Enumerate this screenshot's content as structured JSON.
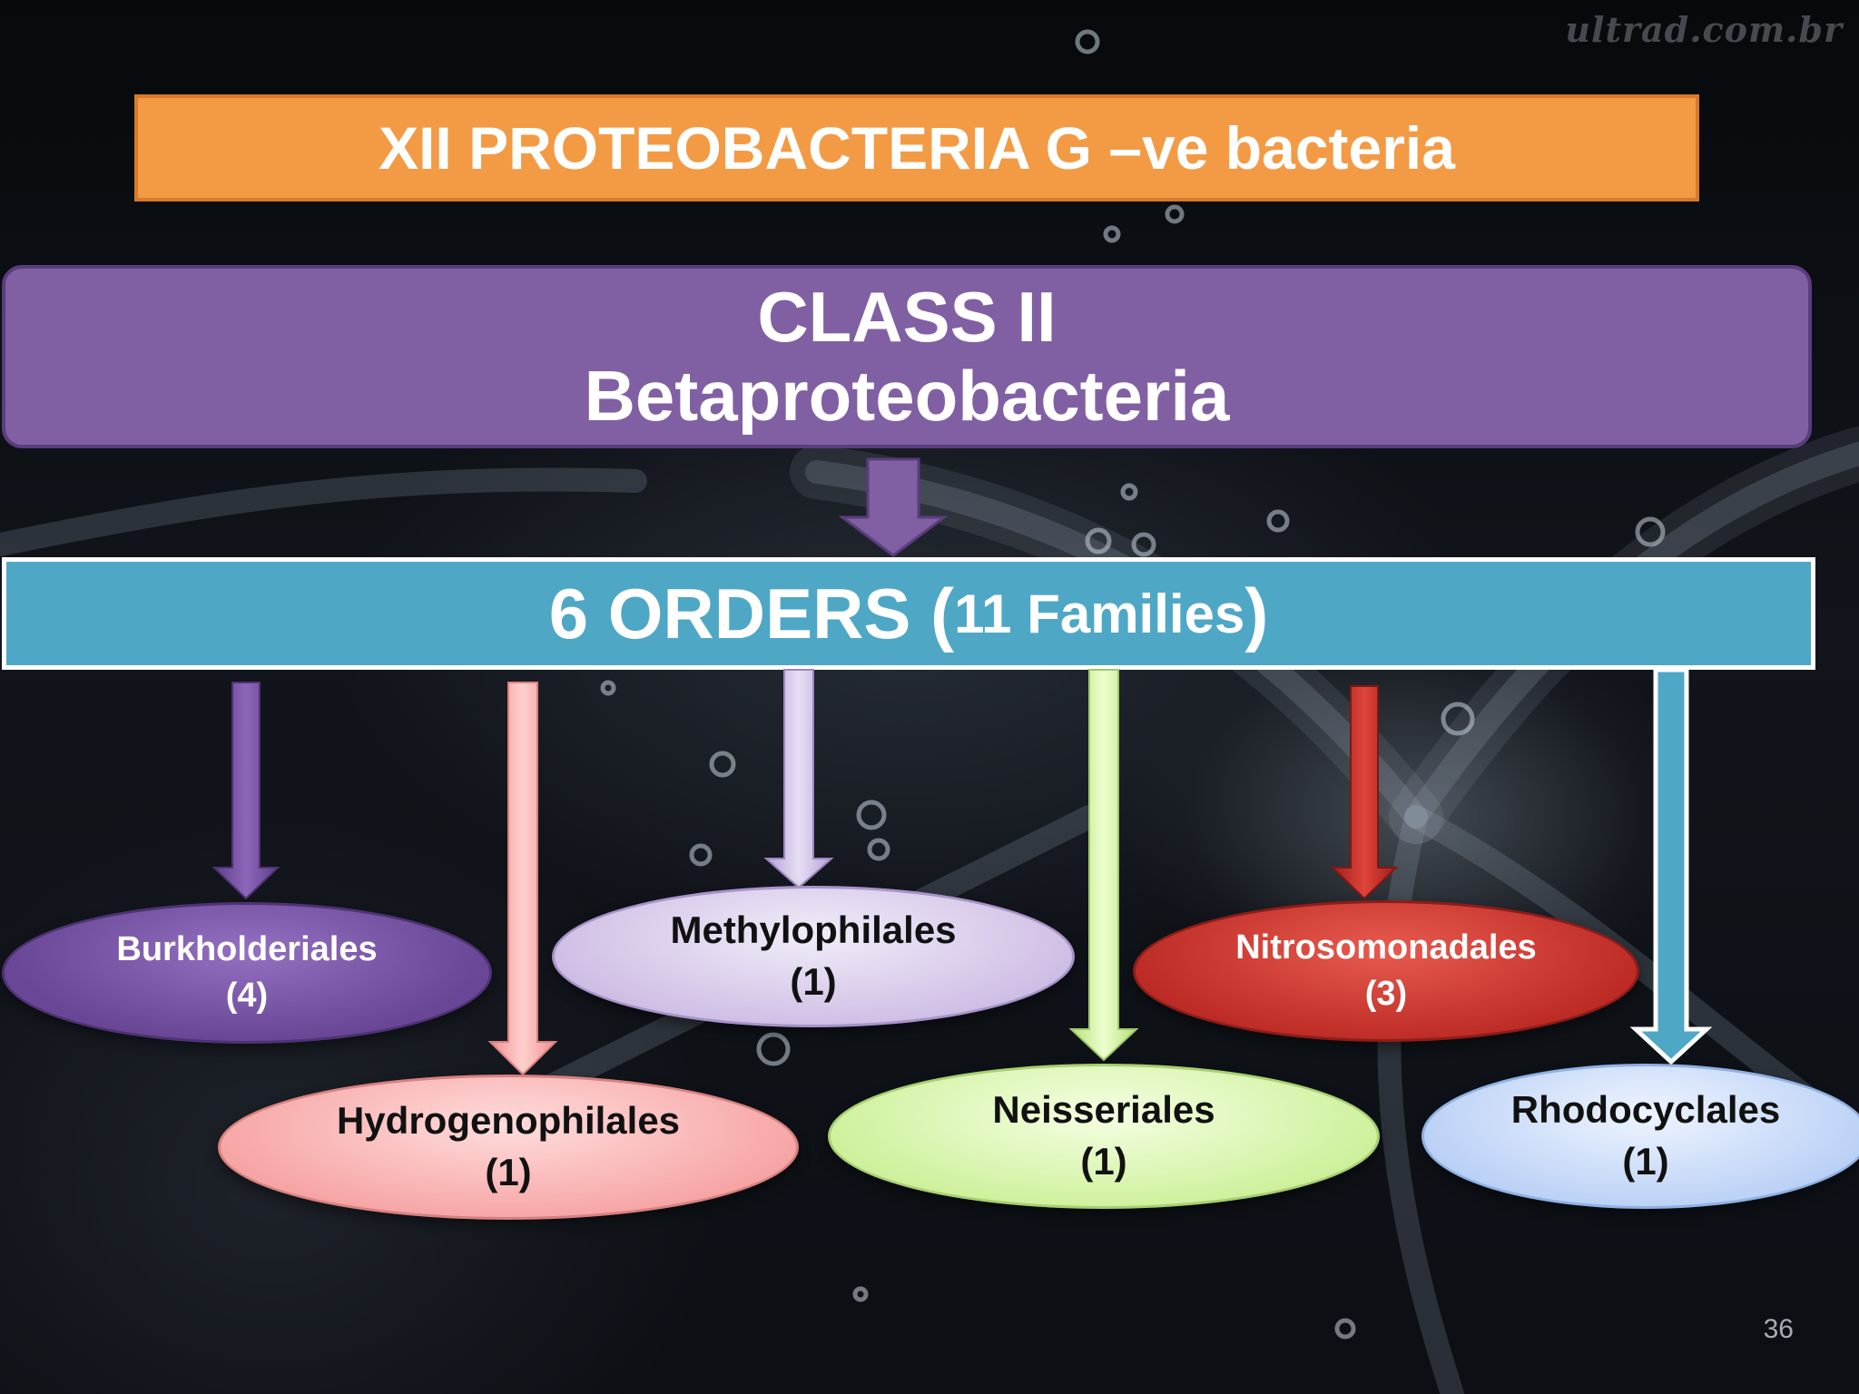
{
  "watermark": "ultrad.com.br",
  "title": "XII PROTEOBACTERIA G –ve bacteria",
  "class_box": {
    "line1": "CLASS II",
    "line2": "Betaproteobacteria"
  },
  "orders": {
    "main": "6 ORDERS ( ",
    "families": "11 Families",
    "close": ")"
  },
  "order_nodes": [
    {
      "name": "Burkholderiales",
      "count": "(4)",
      "color": "#7a56a8"
    },
    {
      "name": "Hydrogenophilales",
      "count": "(1)",
      "color": "#f6a3a3"
    },
    {
      "name": "Methylophilales",
      "count": "(1)",
      "color": "#cdbde4"
    },
    {
      "name": "Neisseriales",
      "count": "(1)",
      "color": "#cdf09a"
    },
    {
      "name": "Nitrosomonadales",
      "count": "(3)",
      "color": "#c83a32"
    },
    {
      "name": "Rhodocyclales",
      "count": "(1)",
      "color": "#b9d0f5"
    }
  ],
  "page_number": "36"
}
